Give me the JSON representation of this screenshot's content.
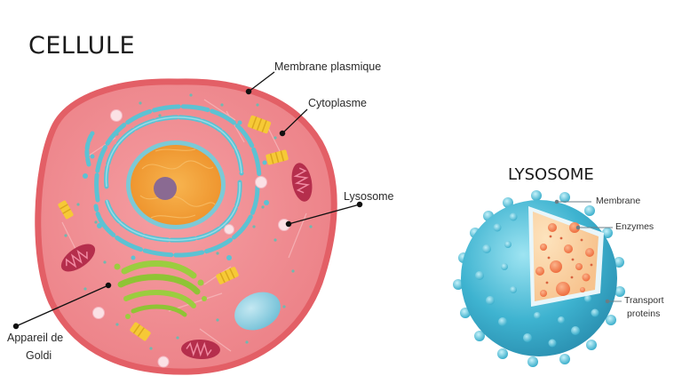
{
  "cell": {
    "title": "CELLULE",
    "labels": {
      "membrane": "Membrane plasmique",
      "cytoplasm": "Cytoplasme",
      "lysosome": "Lysosome",
      "golgi_line1": "Appareil de",
      "golgi_line2": "Goldi"
    }
  },
  "lysosome_detail": {
    "title": "LYSOSOME",
    "labels": {
      "membrane": "Membrane",
      "enzymes": "Enzymes",
      "transport_line1": "Transport",
      "transport_line2": "proteins"
    }
  },
  "colors": {
    "cell_membrane": "#e8676c",
    "cytoplasm": "#ef8f94",
    "nucleus": "#f4a23a",
    "nucleolus": "#8a6a92",
    "endoplasmic_reticulum": "#5fc4d4",
    "golgi": "#97c93d",
    "mitochondria": "#b82f4e",
    "lysosome_shell": "#45b8d2",
    "lysosome_interior": "#fbd7a6",
    "enzymes": "#f58c5a"
  }
}
